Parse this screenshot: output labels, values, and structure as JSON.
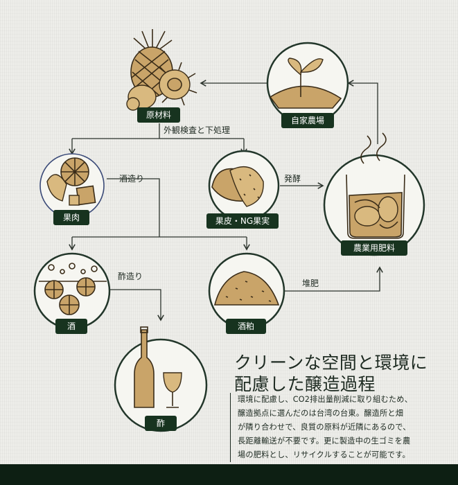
{
  "nodes": {
    "raw_material": "原材料",
    "own_farm": "自家農場",
    "pulp": "果肉",
    "peel_ng": "果皮・NG果実",
    "fertilizer": "農業用肥料",
    "sake": "酒",
    "lees": "酒粕",
    "vinegar": "酢"
  },
  "edges": {
    "inspection": "外観検査と下処理",
    "brewing": "酒造り",
    "fermentation": "発酵",
    "vinegar_brewing": "酢造り",
    "compost": "堆肥"
  },
  "title": {
    "line1": "クリーンな空間と環境に",
    "line2": "配慮した醸造過程"
  },
  "body": [
    "環境に配慮し、CO2排出量削減に取り組むため、",
    "醸造拠点に選んだのは台湾の台東。醸造所と畑",
    "が隣り合わせで、良質の原料が近隣にあるので、",
    "長距離輸送が不要です。更に製造中の生ゴミを農",
    "場の肥料とし、リサイクルすることが可能です。"
  ],
  "colors": {
    "label_bg": "#17331f",
    "accent_tan": "#c9a469",
    "ring": "#22362a",
    "bottom_bar": "#0d1f13"
  }
}
